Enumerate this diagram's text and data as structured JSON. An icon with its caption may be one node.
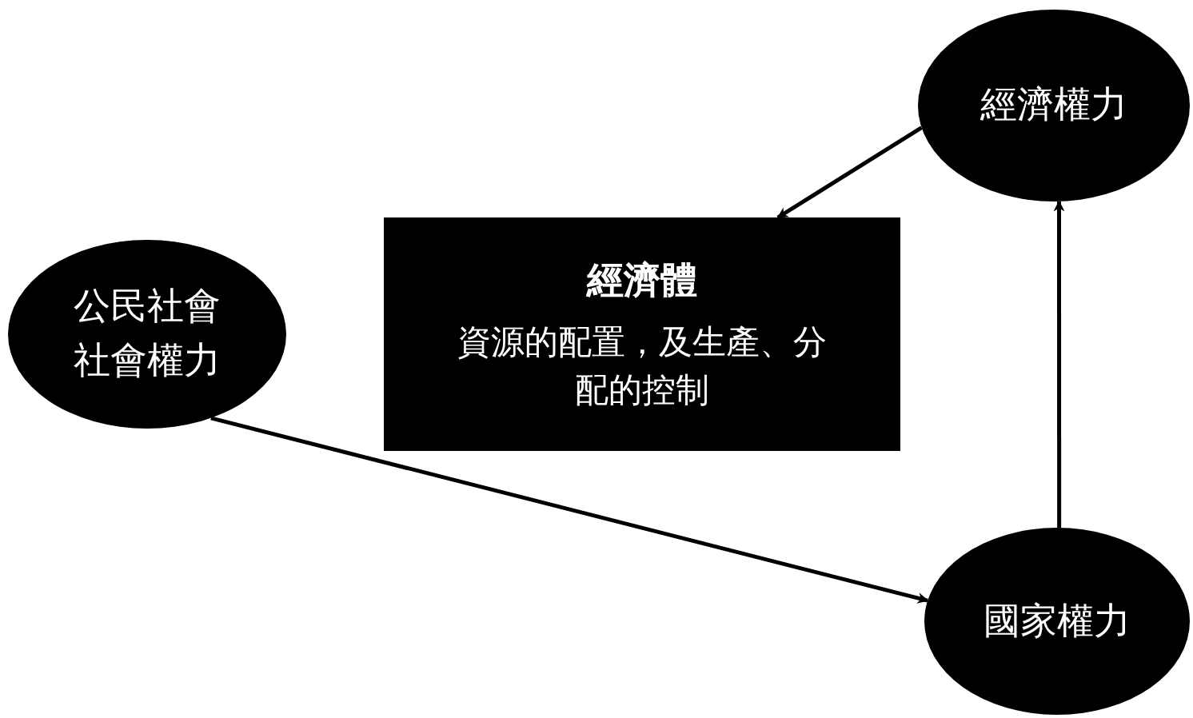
{
  "diagram": {
    "nodes": [
      {
        "text": [
          "經濟權力"
        ]
      },
      {
        "text": [
          "經濟體",
          "資源的配置，及生產、分配的控制"
        ]
      },
      {
        "text": [
          "公民社會",
          "社會權力"
        ]
      },
      {
        "text": [
          "國家權力"
        ]
      }
    ],
    "edges": [
      {
        "from": 0,
        "to": 1,
        "arrow": "to"
      },
      {
        "from": 2,
        "to": 3,
        "arrow": "to"
      },
      {
        "from": 3,
        "to": 0,
        "arrow": "to"
      }
    ]
  }
}
